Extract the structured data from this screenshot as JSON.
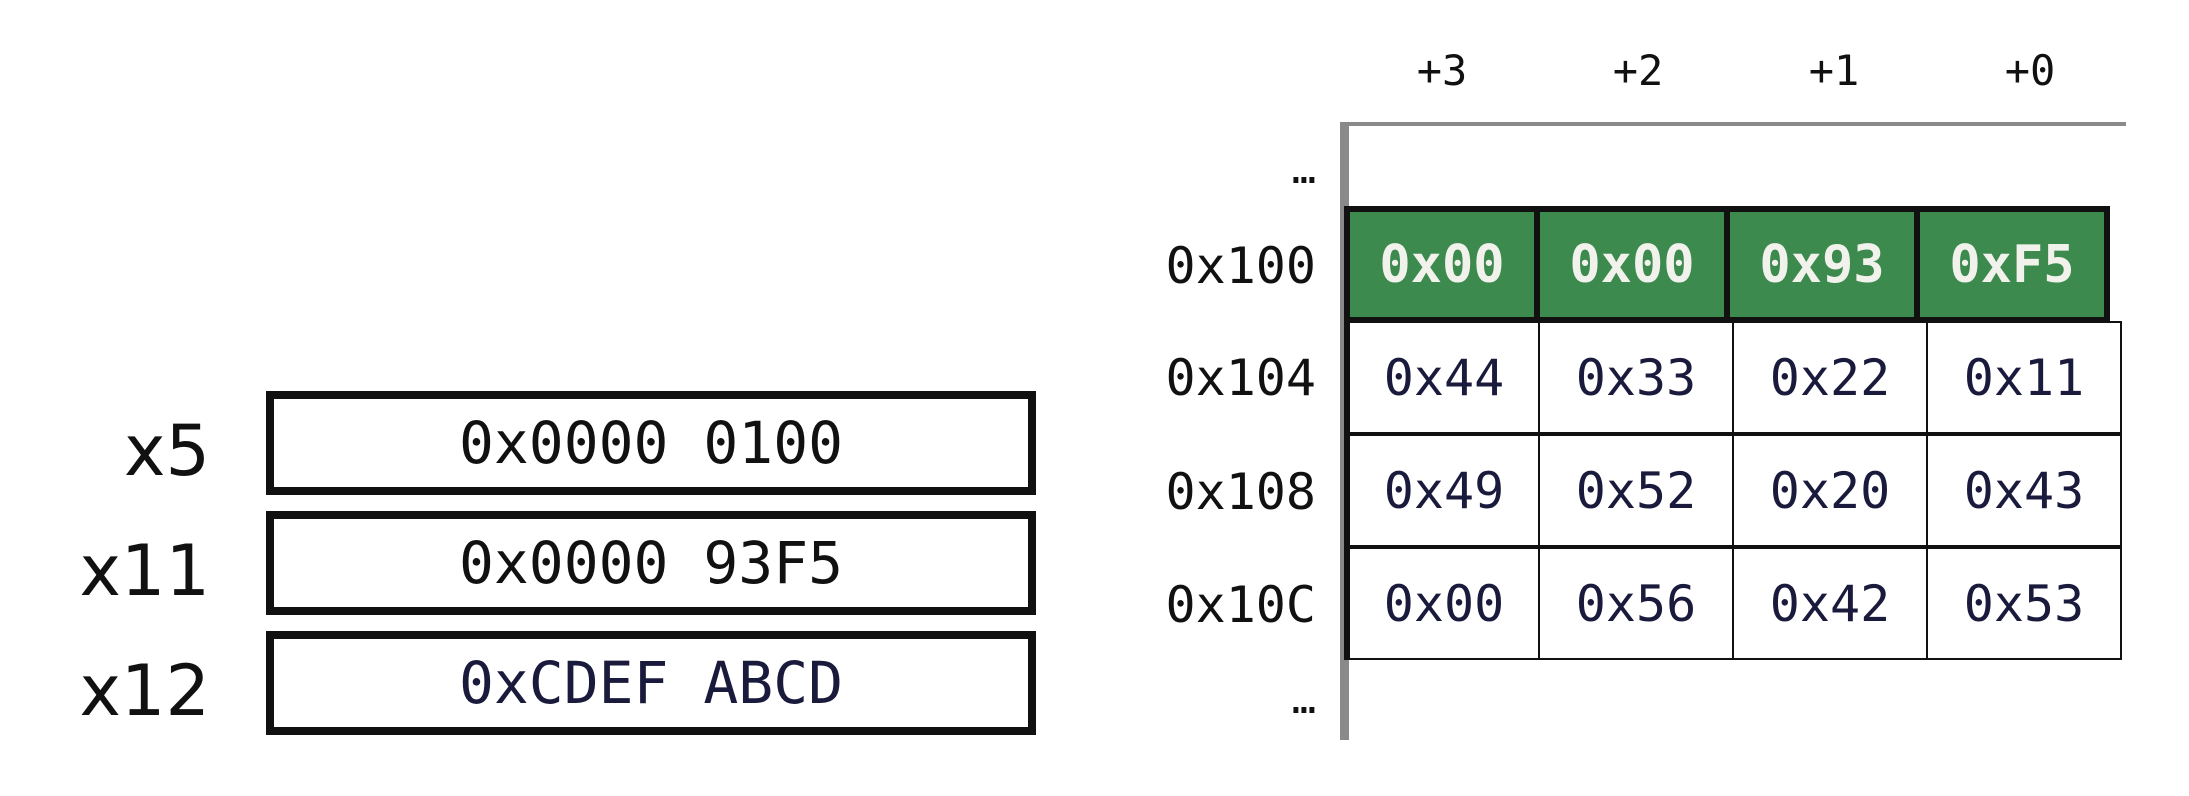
{
  "colors": {
    "outline": "#111111",
    "axis_rule": "#8a8a8a",
    "highlight_fill": "#3c8a4e",
    "highlight_text": "#f2f2ec",
    "data_text": "#1a1a3c",
    "register_text_dark": "#111111"
  },
  "registers": [
    {
      "name": "x5",
      "value": "0x0000 0100"
    },
    {
      "name": "x11",
      "value": "0x0000 93F5"
    },
    {
      "name": "x12",
      "value": "0xCDEF ABCD"
    }
  ],
  "memory": {
    "offsets": [
      "+3",
      "+2",
      "+1",
      "+0"
    ],
    "ellipsis_top": "…",
    "ellipsis_bottom": "…",
    "rows": [
      {
        "address": "0x100",
        "highlighted": true,
        "bytes": [
          "0x00",
          "0x00",
          "0x93",
          "0xF5"
        ]
      },
      {
        "address": "0x104",
        "highlighted": false,
        "bytes": [
          "0x44",
          "0x33",
          "0x22",
          "0x11"
        ]
      },
      {
        "address": "0x108",
        "highlighted": false,
        "bytes": [
          "0x49",
          "0x52",
          "0x20",
          "0x43"
        ]
      },
      {
        "address": "0x10C",
        "highlighted": false,
        "bytes": [
          "0x00",
          "0x56",
          "0x42",
          "0x53"
        ]
      }
    ]
  }
}
